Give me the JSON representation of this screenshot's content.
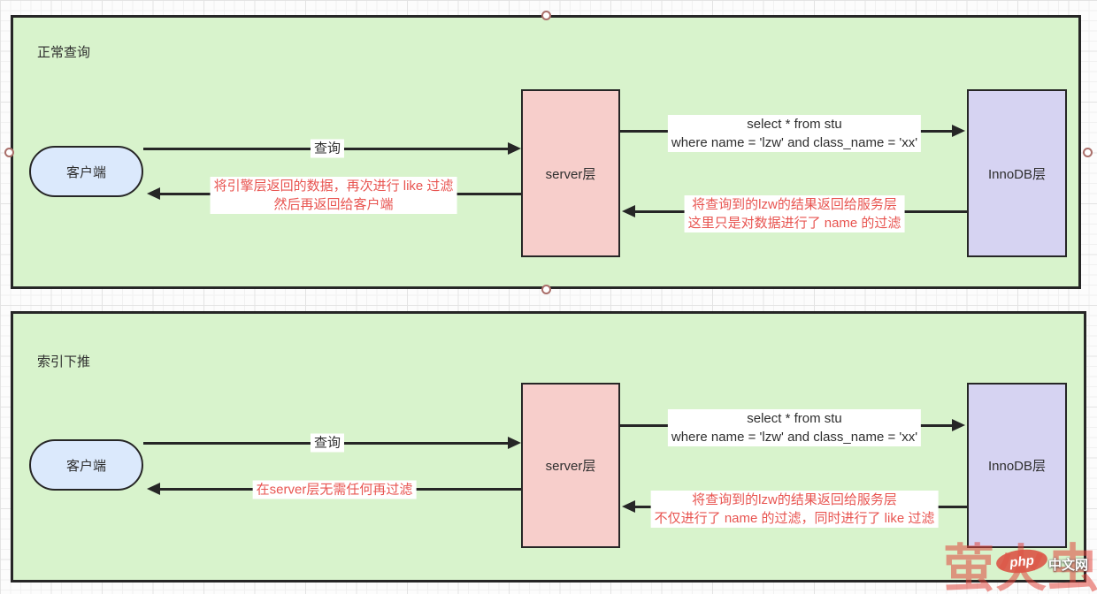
{
  "diagram": {
    "panel_top": {
      "title": "正常查询",
      "client": "客户端",
      "server": "server层",
      "innodb": "InnoDB层",
      "query_arrow": "查询",
      "sql_label": {
        "line1": "select * from stu",
        "line2": "where name = 'lzw' and class_name = 'xx'"
      },
      "server_to_client": {
        "line1": "将引擎层返回的数据，再次进行 like 过滤",
        "line2": "然后再返回给客户端"
      },
      "innodb_to_server": {
        "line1": "将查询到的lzw的结果返回给服务层",
        "line2": "这里只是对数据进行了 name 的过滤"
      }
    },
    "panel_bottom": {
      "title": "索引下推",
      "client": "客户端",
      "server": "server层",
      "innodb": "InnoDB层",
      "query_arrow": "查询",
      "sql_label": {
        "line1": "select * from stu",
        "line2": "where name = 'lzw' and class_name = 'xx'"
      },
      "server_to_client": {
        "line1": "在server层无需任何再过滤"
      },
      "innodb_to_server": {
        "line1": "将查询到的lzw的结果返回给服务层",
        "line2": "不仅进行了 name 的过滤，同时进行了 like 过滤"
      }
    }
  },
  "watermark": {
    "brand": "萤火虫",
    "logo": "php",
    "logo_suffix": "中文网"
  },
  "colors": {
    "panel_fill": "#d8f3cc",
    "client_fill": "#dbe9fc",
    "server_fill": "#f7cecb",
    "innodb_fill": "#d6d3f2",
    "annotation_red": "#e85450",
    "stroke": "#262626"
  }
}
